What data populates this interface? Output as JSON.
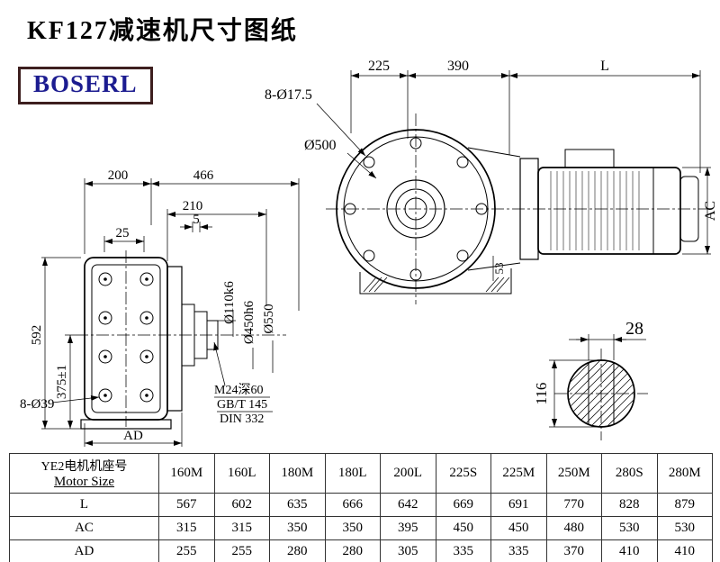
{
  "title": "KF127减速机尺寸图纸",
  "logo": {
    "text": "BOSERL",
    "text_color": "#1c1c90",
    "border_color": "#3d1f1f"
  },
  "front_view": {
    "dim_200": "200",
    "dim_466": "466",
    "dim_210": "210",
    "dim_5": "5",
    "dim_25": "25",
    "dim_592": "592",
    "dim_375": "375±1",
    "holes": "8-Ø39",
    "dim_ad": "AD",
    "dia_shaft": "Ø110k6",
    "dia_spigot": "Ø450h6",
    "dia_flange": "Ø550",
    "thread_note_1": "M24深60",
    "thread_note_2": "GB/T 145",
    "thread_note_3": "DIN 332"
  },
  "side_view": {
    "dim_225": "225",
    "dim_390": "390",
    "dim_l": "L",
    "holes": "8-Ø17.5",
    "dia_500": "Ø500",
    "dim_ac": "AC",
    "dim_53": "53"
  },
  "shaft_section": {
    "dim_28": "28",
    "dim_116": "116"
  },
  "table": {
    "header_cn": "YE2电机机座号",
    "header_en": "Motor Size",
    "columns": [
      "160M",
      "160L",
      "180M",
      "180L",
      "200L",
      "225S",
      "225M",
      "250M",
      "280S",
      "280M"
    ],
    "rows": [
      {
        "label": "L",
        "values": [
          "567",
          "602",
          "635",
          "666",
          "642",
          "669",
          "691",
          "770",
          "828",
          "879"
        ]
      },
      {
        "label": "AC",
        "values": [
          "315",
          "315",
          "350",
          "350",
          "395",
          "450",
          "450",
          "480",
          "530",
          "530"
        ]
      },
      {
        "label": "AD",
        "values": [
          "255",
          "255",
          "280",
          "280",
          "305",
          "335",
          "335",
          "370",
          "410",
          "410"
        ]
      }
    ]
  }
}
